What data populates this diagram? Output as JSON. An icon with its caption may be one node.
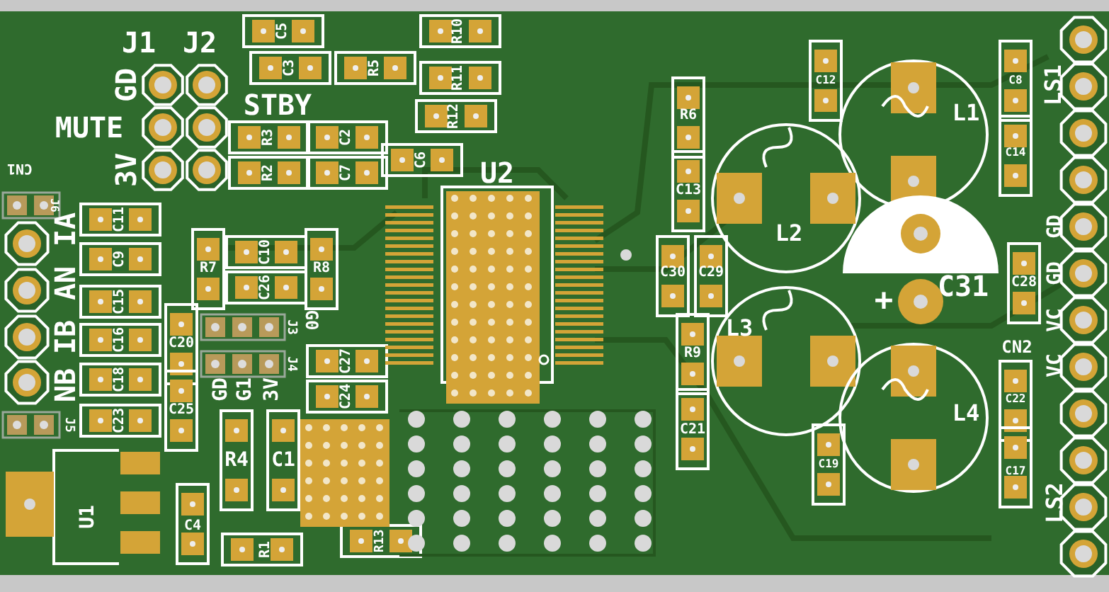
{
  "diagram": {
    "labels": [
      "J1",
      "J2",
      "C5",
      "R10",
      "C3",
      "R5",
      "R11",
      "GD",
      "STBY",
      "MUTE",
      "R12",
      "R3",
      "C2",
      "C6",
      "3V",
      "R2",
      "C7",
      "U2",
      "CN1",
      "J6",
      "C11",
      "IA",
      "C9",
      "R7",
      "C10",
      "C26",
      "R8",
      "AN",
      "C15",
      "J3",
      "G0",
      "C20",
      "IB",
      "C16",
      "J4",
      "C27",
      "NB",
      "C18",
      "GD",
      "G1",
      "3V",
      "C24",
      "C25",
      "J5",
      "C23",
      "R4",
      "C1",
      "U1",
      "C4",
      "R1",
      "R13",
      "C12",
      "C8",
      "R6",
      "L1",
      "LS1",
      "C14",
      "C13",
      "L2",
      "C30",
      "C29",
      "GD",
      "GD",
      "C28",
      "C31",
      "+",
      "L3",
      "R9",
      "VC",
      "VC",
      "CN2",
      "C22",
      "L4",
      "C21",
      "C19",
      "C17",
      "LS2"
    ]
  }
}
